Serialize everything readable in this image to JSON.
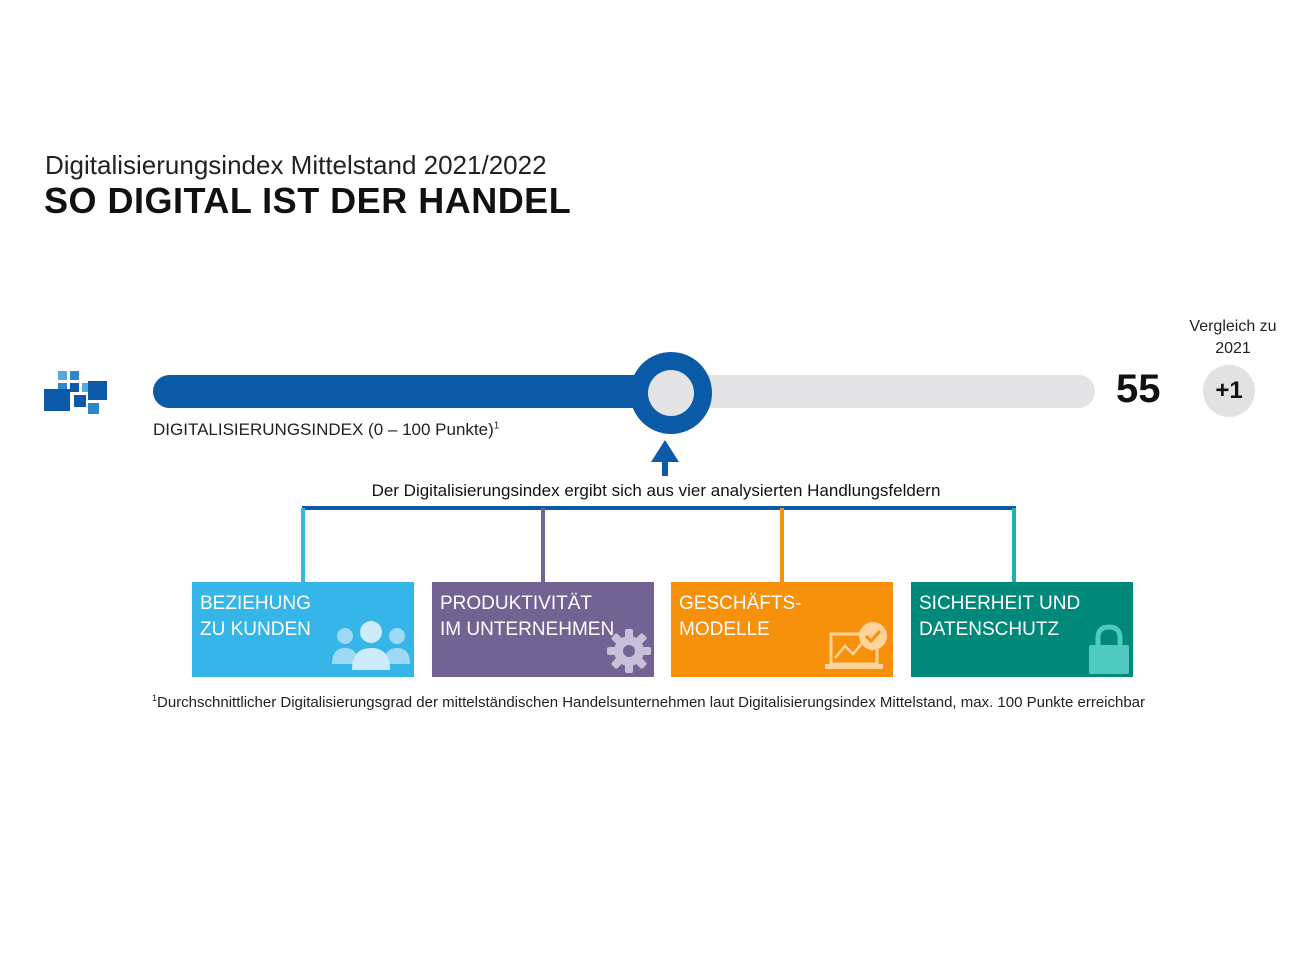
{
  "header": {
    "subtitle": "Digitalisierungsindex Mittelstand 2021/2022",
    "title": "SO DIGITAL IST DER HANDEL"
  },
  "index": {
    "label": "DIGITALISIERUNGSINDEX (0 – 100 Punkte)",
    "label_sup": "1",
    "value": "55",
    "value_fraction": 0.55,
    "compare_label": "Vergleich zu 2021",
    "compare_value": "+1"
  },
  "explanation": "Der Digitalisierungsindex ergibt sich aus vier analysierten Handlungsfeldern",
  "fields": [
    {
      "label": "BEZIEHUNG\nZU KUNDEN",
      "icon": "people-icon",
      "color": "#35b5e8",
      "line_color": "#35b5e8"
    },
    {
      "label": "PRODUKTIVITÄT\nIM UNTERNEHMEN",
      "icon": "gear-icon",
      "color": "#736393",
      "line_color": "#736393"
    },
    {
      "label": "GESCHÄFTS-\nMODELLE",
      "icon": "laptop-check-icon",
      "color": "#f7900a",
      "line_color": "#f7900a"
    },
    {
      "label": "SICHERHEIT UND\nDATENSCHUTZ",
      "icon": "lock-icon",
      "color": "#00897b",
      "line_color": "#1ab3b0"
    }
  ],
  "footnote": {
    "sup": "1",
    "text": "Durchschnittlicher Digitalisierungsgrad der mittelständischen Handelsunternehmen laut Digitalisierungsindex Mittelstand, max. 100 Punkte erreichbar"
  },
  "colors": {
    "primary_blue": "#0a5aa8",
    "track_grey": "#e4e4e6"
  }
}
